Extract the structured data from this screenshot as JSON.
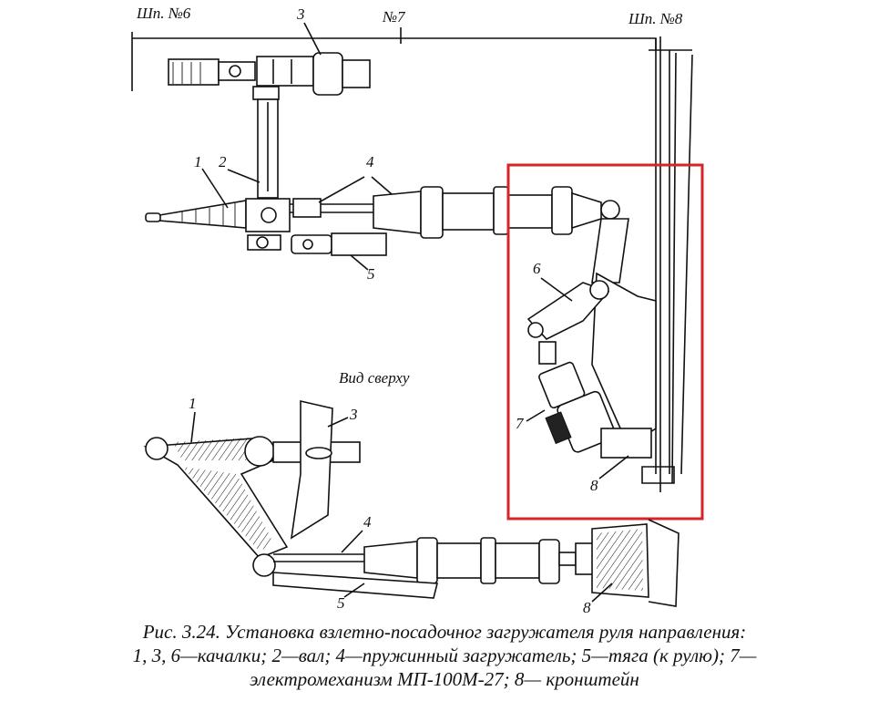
{
  "figure": {
    "frame_labels": [
      "Шп. №6",
      "№7",
      "Шп. №8"
    ],
    "view_label": "Вид сверху",
    "callouts_upper": [
      "1",
      "2",
      "3",
      "4",
      "5",
      "6",
      "7",
      "8"
    ],
    "callouts_lower": [
      "1",
      "3",
      "4",
      "5",
      "8"
    ],
    "highlight_color": "#d8232a"
  },
  "caption": {
    "line1": "Рис. 3.24. Установка взлетно-посадочног загружателя руля направления:",
    "line2": "1, 3, 6—качалки; 2—вал; 4—пружинный загружатель; 5—тяга (к рулю); 7—",
    "line3": "электромеханизм МП-100М-27; 8— кронштейн"
  }
}
